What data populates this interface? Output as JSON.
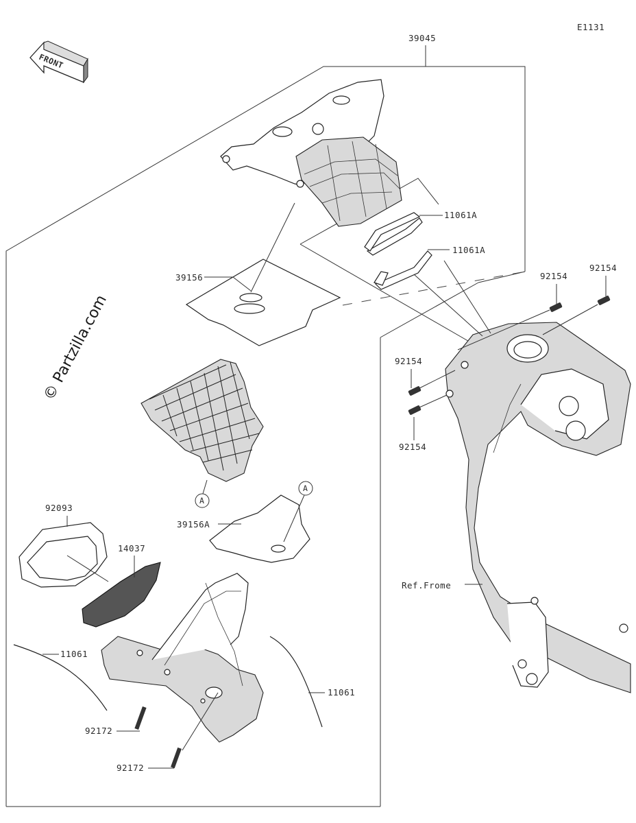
{
  "diagram_code": "E1131",
  "front_label": "FRONT",
  "watermark": "© Partzilla.com",
  "labels": {
    "assembly": "39045",
    "p11061A_1": "11061A",
    "p11061A_2": "11061A",
    "p39156": "39156",
    "p92154_a": "92154",
    "p92154_b": "92154",
    "p92154_c": "92154",
    "p92154_d": "92154",
    "p92093": "92093",
    "p14037": "14037",
    "p39156A": "39156A",
    "ref_frame": "Ref.Frome",
    "p11061_left": "11061",
    "p11061_right": "11061",
    "p92172_a": "92172",
    "p92172_b": "92172",
    "ref_a1": "A",
    "ref_a2": "A"
  }
}
